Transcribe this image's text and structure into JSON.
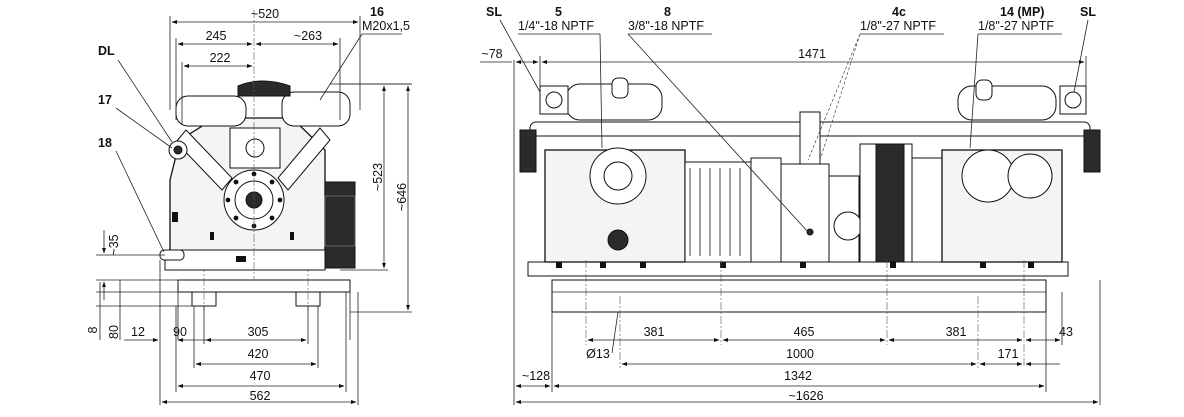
{
  "labels": {
    "dl": "DL",
    "l17": "17",
    "l18": "18",
    "l16": "16",
    "l16_spec": "M20x1,5",
    "sl_left": "SL",
    "sl_right": "SL",
    "l5": "5",
    "l5_spec": "1/4\"-18 NPTF",
    "l8": "8",
    "l8_spec": "3/8\"-18 NPTF",
    "l4c": "4c",
    "l4c_spec": "1/8\"-27 NPTF",
    "l14": "14 (MP)",
    "l14_spec": "1/8\"-27 NPTF"
  },
  "side_view": {
    "top": {
      "d520": "~520",
      "d245": "245",
      "d263": "~263",
      "d222": "222"
    },
    "right": {
      "d523": "~523",
      "d646": "~646"
    },
    "left": {
      "d35": "~35",
      "d8": "8",
      "d80": "80"
    },
    "bottom": {
      "d12": "12",
      "d90": "90",
      "d305": "305",
      "d420": "420",
      "d470": "470",
      "d562": "562"
    }
  },
  "front_view": {
    "top": {
      "d78": "~78",
      "d1471": "1471"
    },
    "bottom": {
      "d381a": "381",
      "d465": "465",
      "d381b": "381",
      "d43": "43",
      "d13": "Ø13",
      "d1000": "1000",
      "d171": "171",
      "d128": "~128",
      "d1342": "1342",
      "d1626": "~1626"
    }
  }
}
